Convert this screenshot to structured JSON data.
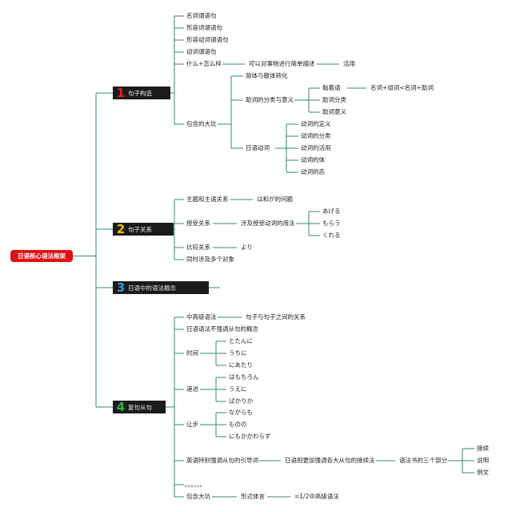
{
  "root": "日语核心语法框架",
  "colors": {
    "root": "#e11010",
    "line": "#3a8a6a",
    "num1": "#e02020",
    "num2": "#f2c40f",
    "num3": "#2f9ae0",
    "num4": "#34b045"
  },
  "s1": {
    "num": "1",
    "label": "句子构造",
    "a": "名词谓语句",
    "b": "形容词谓语句",
    "c": "形容动词谓语句",
    "d": "动词谓语句",
    "e": "什么+怎么样",
    "e1": "可以对事物进行简单描述",
    "e2": "活用",
    "f": "包含的大坑",
    "f1": "简体与敬体转化",
    "f2": "助词的分类与意义",
    "f2a": "黏着语",
    "f2a1": "名词+组词<名词+助词",
    "f2b": "助词分类",
    "f2c": "助词意义",
    "f3": "日语动词",
    "f3a": "动词的定义",
    "f3b": "动词的分类",
    "f3c": "动词的活用",
    "f3d": "动词的体",
    "f3e": "动词的态"
  },
  "s2": {
    "num": "2",
    "label": "句子关系",
    "a": "主题和主语关系",
    "a1": "は和が的问题",
    "b": "授受关系",
    "b1": "涉及授受动词的用法",
    "b1a": "あげる",
    "b1b": "もらう",
    "b1c": "くれる",
    "c": "比较关系",
    "c1": "より",
    "d": "同时涉及多个对象"
  },
  "s3": {
    "num": "3",
    "label": "日语中的语法概念"
  },
  "s4": {
    "num": "4",
    "label": "复句从句",
    "a": "中高级语法",
    "a1": "句子与句子之间的关系",
    "b": "日语语法不强调从句的概念",
    "c": "时间",
    "c1": "とたんに",
    "c2": "うちに",
    "c3": "にあたり",
    "d": "递进",
    "d1": "はもちろん",
    "d2": "うえに",
    "d3": "ばかりか",
    "e": "让步",
    "e1": "ながらも",
    "e2": "ものの",
    "e3": "にもかかわらず",
    "f": "英语特别强调从句的引导词",
    "f1": "日语则更加强调各大从句的接续法",
    "f2": "语法书的三个部分",
    "f2a": "接续",
    "f2b": "说明",
    "f2c": "例文",
    "g": "。。。。。。",
    "h": "包含大坑",
    "h1": "形式体言",
    "h2": "=1/2中高级语法"
  }
}
